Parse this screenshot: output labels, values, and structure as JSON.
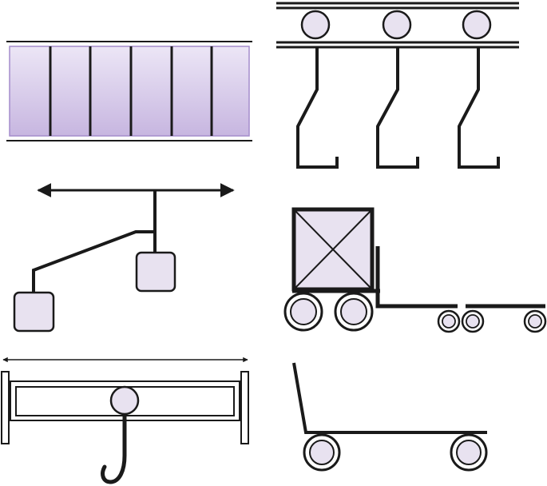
{
  "colors": {
    "stroke": "#1a1a1a",
    "fill_light": "#e8e2f0",
    "fill_purple_top": "#ece6f6",
    "fill_purple_bottom": "#c7b6e0",
    "border_purple": "#a48ccc"
  },
  "symbols": [
    {
      "id": "roller-conveyor-top-view",
      "icon": "conveyor-belt-icon"
    },
    {
      "id": "overhead-conveyor-with-hooks",
      "icon": "overhead-hook-conveyor-icon"
    },
    {
      "id": "jib-crane",
      "icon": "jib-crane-icon"
    },
    {
      "id": "tractor-trailer-train",
      "icon": "tractor-trailer-icon"
    },
    {
      "id": "bridge-crane-with-hook",
      "icon": "bridge-crane-icon"
    },
    {
      "id": "hand-cart",
      "icon": "hand-cart-icon"
    }
  ]
}
